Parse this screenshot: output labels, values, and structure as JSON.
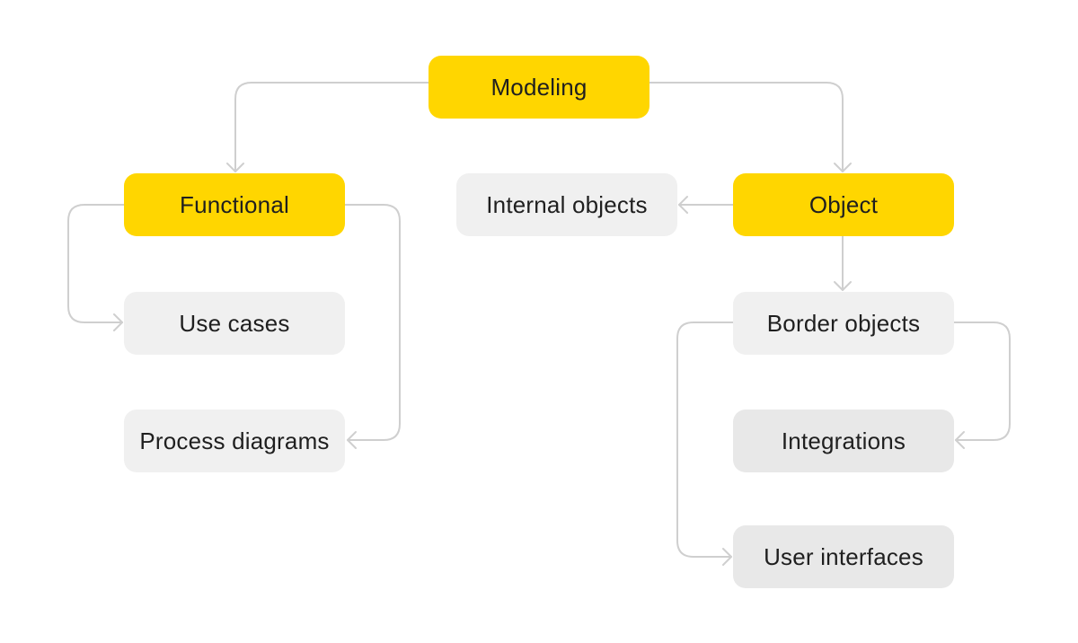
{
  "diagram": {
    "nodes": {
      "modeling": "Modeling",
      "functional": "Functional",
      "object": "Object",
      "internal_objects": "Internal objects",
      "use_cases": "Use cases",
      "process_diagrams": "Process diagrams",
      "border_objects": "Border objects",
      "integrations": "Integrations",
      "user_interfaces": "User interfaces"
    },
    "colors": {
      "primary": "#ffd600",
      "secondary": "#f0f0f0",
      "tertiary": "#e8e8e8",
      "connector": "#cfcfcf",
      "text": "#1f1f1f"
    },
    "edges": [
      {
        "from": "modeling",
        "to": "functional"
      },
      {
        "from": "modeling",
        "to": "object"
      },
      {
        "from": "object",
        "to": "internal_objects"
      },
      {
        "from": "object",
        "to": "border_objects"
      },
      {
        "from": "functional",
        "to": "use_cases"
      },
      {
        "from": "functional",
        "to": "process_diagrams"
      },
      {
        "from": "border_objects",
        "to": "integrations"
      },
      {
        "from": "border_objects",
        "to": "user_interfaces"
      }
    ]
  }
}
